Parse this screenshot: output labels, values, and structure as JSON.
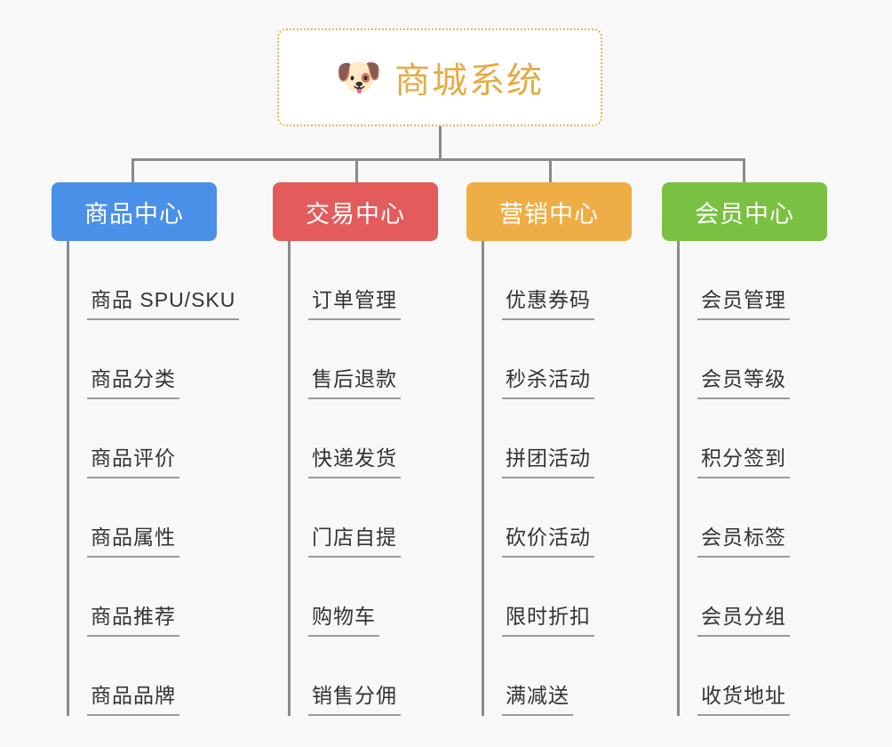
{
  "background_color": "#f8f8f8",
  "root": {
    "icon": "shiba-dog-face-emoji",
    "emoji": "🐶",
    "title": "商城系统",
    "text_color": "#e5ab44",
    "border_color": "#edb54a"
  },
  "connector_color": "#8a8a8a",
  "columns": [
    {
      "header": "商品中心",
      "color": "#4a90e8",
      "items": [
        "商品 SPU/SKU",
        "商品分类",
        "商品评价",
        "商品属性",
        "商品推荐",
        "商品品牌"
      ]
    },
    {
      "header": "交易中心",
      "color": "#e35b5b",
      "items": [
        "订单管理",
        "售后退款",
        "快递发货",
        "门店自提",
        "购物车",
        "销售分佣"
      ]
    },
    {
      "header": "营销中心",
      "color": "#eeae45",
      "items": [
        "优惠券码",
        "秒杀活动",
        "拼团活动",
        "砍价活动",
        "限时折扣",
        "满减送"
      ]
    },
    {
      "header": "会员中心",
      "color": "#7ac143",
      "items": [
        "会员管理",
        "会员等级",
        "积分签到",
        "会员标签",
        "会员分组",
        "收货地址"
      ]
    }
  ]
}
